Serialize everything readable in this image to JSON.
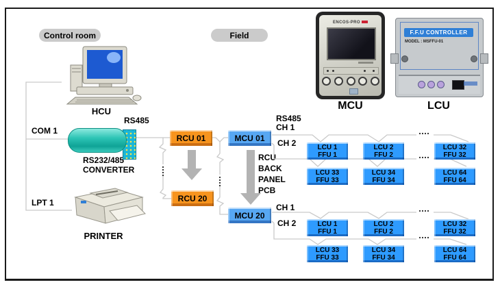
{
  "pills": {
    "control_room": "Control room",
    "field": "Field"
  },
  "control_room": {
    "hcu_caption": "HCU",
    "com_port": "COM 1",
    "lpt_port": "LPT 1",
    "rs485_label": "RS485",
    "converter_line1": "RS232/485",
    "converter_line2": "CONVERTER",
    "printer_caption": "PRINTER"
  },
  "photos": {
    "mcu": {
      "brand": "ENCOS-PRO",
      "caption": "MCU"
    },
    "lcu": {
      "banner": "F.F.U CONTROLLER",
      "model": "MODEL : MSFFU-01",
      "caption": "LCU"
    }
  },
  "field": {
    "rcu01": "RCU 01",
    "rcu20": "RCU 20",
    "mcu01": "MCU 01",
    "mcu20": "MCU 20",
    "bus_label": {
      "l1": "RCU",
      "l2": "BACK",
      "l3": "PANEL",
      "l4": "PCB"
    },
    "group1": {
      "rs485": "RS485",
      "ch1": "CH 1",
      "ch2": "CH 2"
    },
    "group2": {
      "ch1": "CH 1",
      "ch2": "CH 2"
    }
  },
  "lcu": {
    "groups": [
      {
        "rows": [
          [
            {
              "l1": "LCU 1",
              "l2": "FFU 1"
            },
            {
              "l1": "LCU 2",
              "l2": "FFU 2"
            },
            {
              "l1": "LCU 32",
              "l2": "FFU 32"
            }
          ],
          [
            {
              "l1": "LCU 33",
              "l2": "FFU 33"
            },
            {
              "l1": "LCU 34",
              "l2": "FFU 34"
            },
            {
              "l1": "LCU 64",
              "l2": "FFU 64"
            }
          ]
        ]
      },
      {
        "rows": [
          [
            {
              "l1": "LCU 1",
              "l2": "FFU 1"
            },
            {
              "l1": "LCU 2",
              "l2": "FFU 2"
            },
            {
              "l1": "LCU 32",
              "l2": "FFU 32"
            }
          ],
          [
            {
              "l1": "LCU 33",
              "l2": "FFU 33"
            },
            {
              "l1": "LCU 34",
              "l2": "FFU 34"
            },
            {
              "l1": "LCU 64",
              "l2": "FFU 64"
            }
          ]
        ]
      }
    ]
  },
  "colors": {
    "rcu_orange": "#F7941E",
    "mcu_blue": "#57A7F2",
    "lcu_blue": "#2E9BFF",
    "converter_teal": "#1AB5A5",
    "pill_gray": "#CBCBCB",
    "arrow_gray": "#B3B3B3"
  }
}
